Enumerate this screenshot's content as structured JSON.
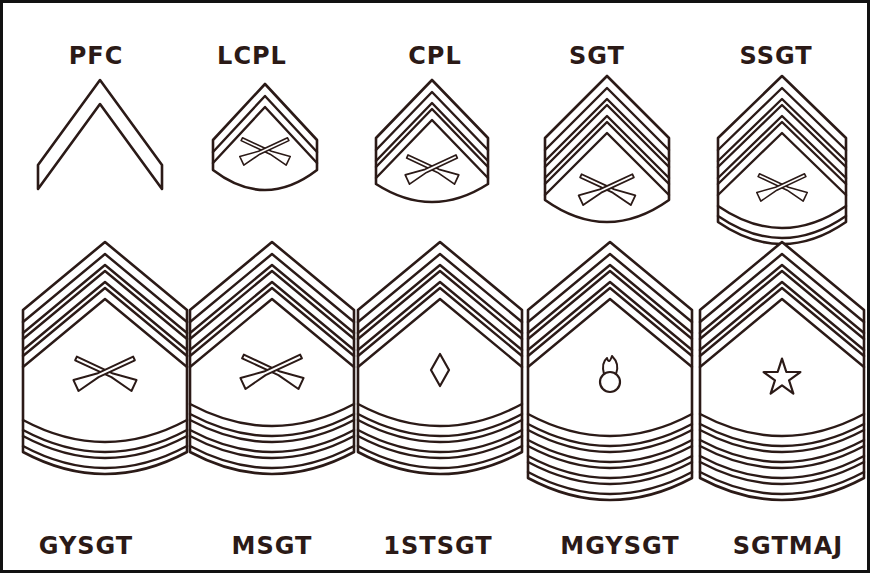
{
  "diagram": {
    "labels": [
      "PFC",
      "LCPL",
      "CPL",
      "SGT",
      "SSGT",
      "GYSGT",
      "MSGT",
      "1STSGT",
      "MGYSGT",
      "SGTMAJ"
    ]
  }
}
